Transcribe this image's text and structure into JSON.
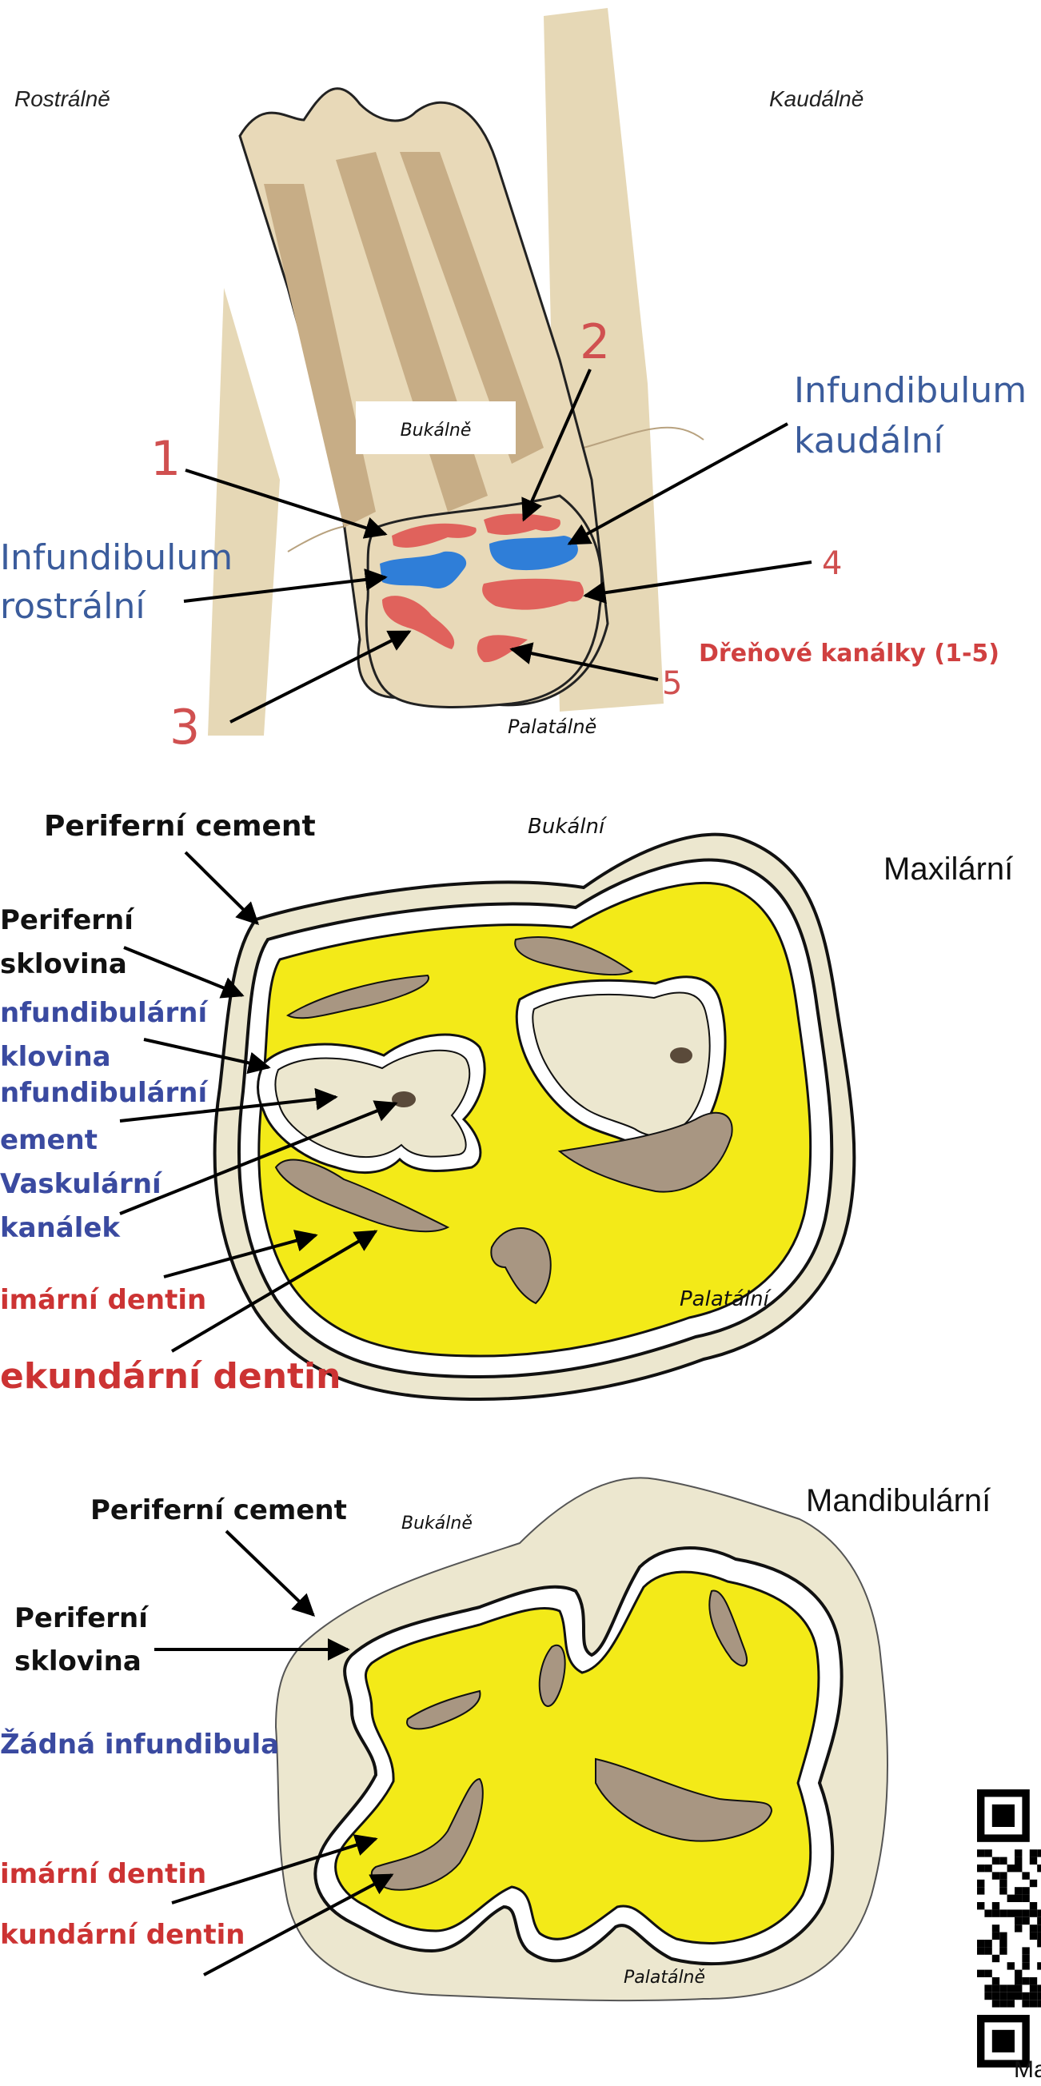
{
  "panel1": {
    "rostralne": "Rostrálně",
    "kaudalne": "Kaudálně",
    "bukalne": "Bukálně",
    "palatalne": "Palatálně",
    "num1": "1",
    "num2": "2",
    "num3": "3",
    "num4": "4",
    "num5": "5",
    "inf_kaud_1": "Infundibulum",
    "inf_kaud_2": "kaudální",
    "inf_rostr_1": "Infundibulum",
    "inf_rostr_2": "rostrální",
    "drenove": "Dřeňové kanálky (1-5)"
  },
  "panel2": {
    "title": "Maxilární",
    "bukalni": "Bukální",
    "palatalni": "Palatální",
    "periferni_cement": "Periferní cement",
    "periferni_sklovina_1": "Periferní",
    "periferni_sklovina_2": "sklovina",
    "inf_sklovina_1": "nfundibulární",
    "inf_sklovina_2": "klovina",
    "inf_cement_1": "nfundibulární",
    "inf_cement_2": "ement",
    "vask_1": "Vaskulární",
    "vask_2": "kanálek",
    "primarni": "imární dentin",
    "sekundarni": "ekundární dentin"
  },
  "panel3": {
    "title": "Mandibulární",
    "bukalne": "Bukálně",
    "palatalne": "Palatálně",
    "periferni_cement": "Periferní cement",
    "periferni_sklovina_1": "Periferní",
    "periferni_sklovina_2": "sklovina",
    "zadna": "Žádná infundibula",
    "primarni": "imární dentin",
    "sekundarni": "kundární dentin"
  },
  "qr": {
    "caption": "Ma"
  },
  "colors": {
    "tooth": "#e8d9b8",
    "tooth_dark": "#c7ad86",
    "cement": "#ece7cf",
    "dentin": "#f3ea18",
    "enamel": "#ffffff",
    "secondary": "#a89682",
    "pulp_red": "#e0625c",
    "infund_blue": "#2f7ed8",
    "label_red": "#cc3333",
    "label_blue": "#3a4aa0",
    "label_red_p1": "#d05050",
    "label_blue_p1": "#3b5c9c"
  }
}
